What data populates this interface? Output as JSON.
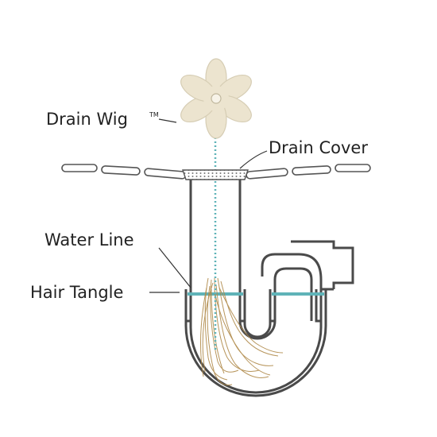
{
  "labels": {
    "drain_wig": "Drain Wig",
    "trademark": "TM",
    "drain_cover": "Drain Cover",
    "water_line": "Water Line",
    "hair_tangle": "Hair Tangle"
  },
  "colors": {
    "pipe_outline": "#4a4a4a",
    "pipe_fill": "#ffffff",
    "water": "#5fb3b8",
    "chain": "#5fb3b8",
    "flower": "#ece4cf",
    "flower_edge": "#d6cdb4",
    "hair": "#b08a4a",
    "leader_lines": "#333333"
  },
  "icons": {
    "flower": "flower-icon",
    "grate": "drain-grate-icon"
  }
}
